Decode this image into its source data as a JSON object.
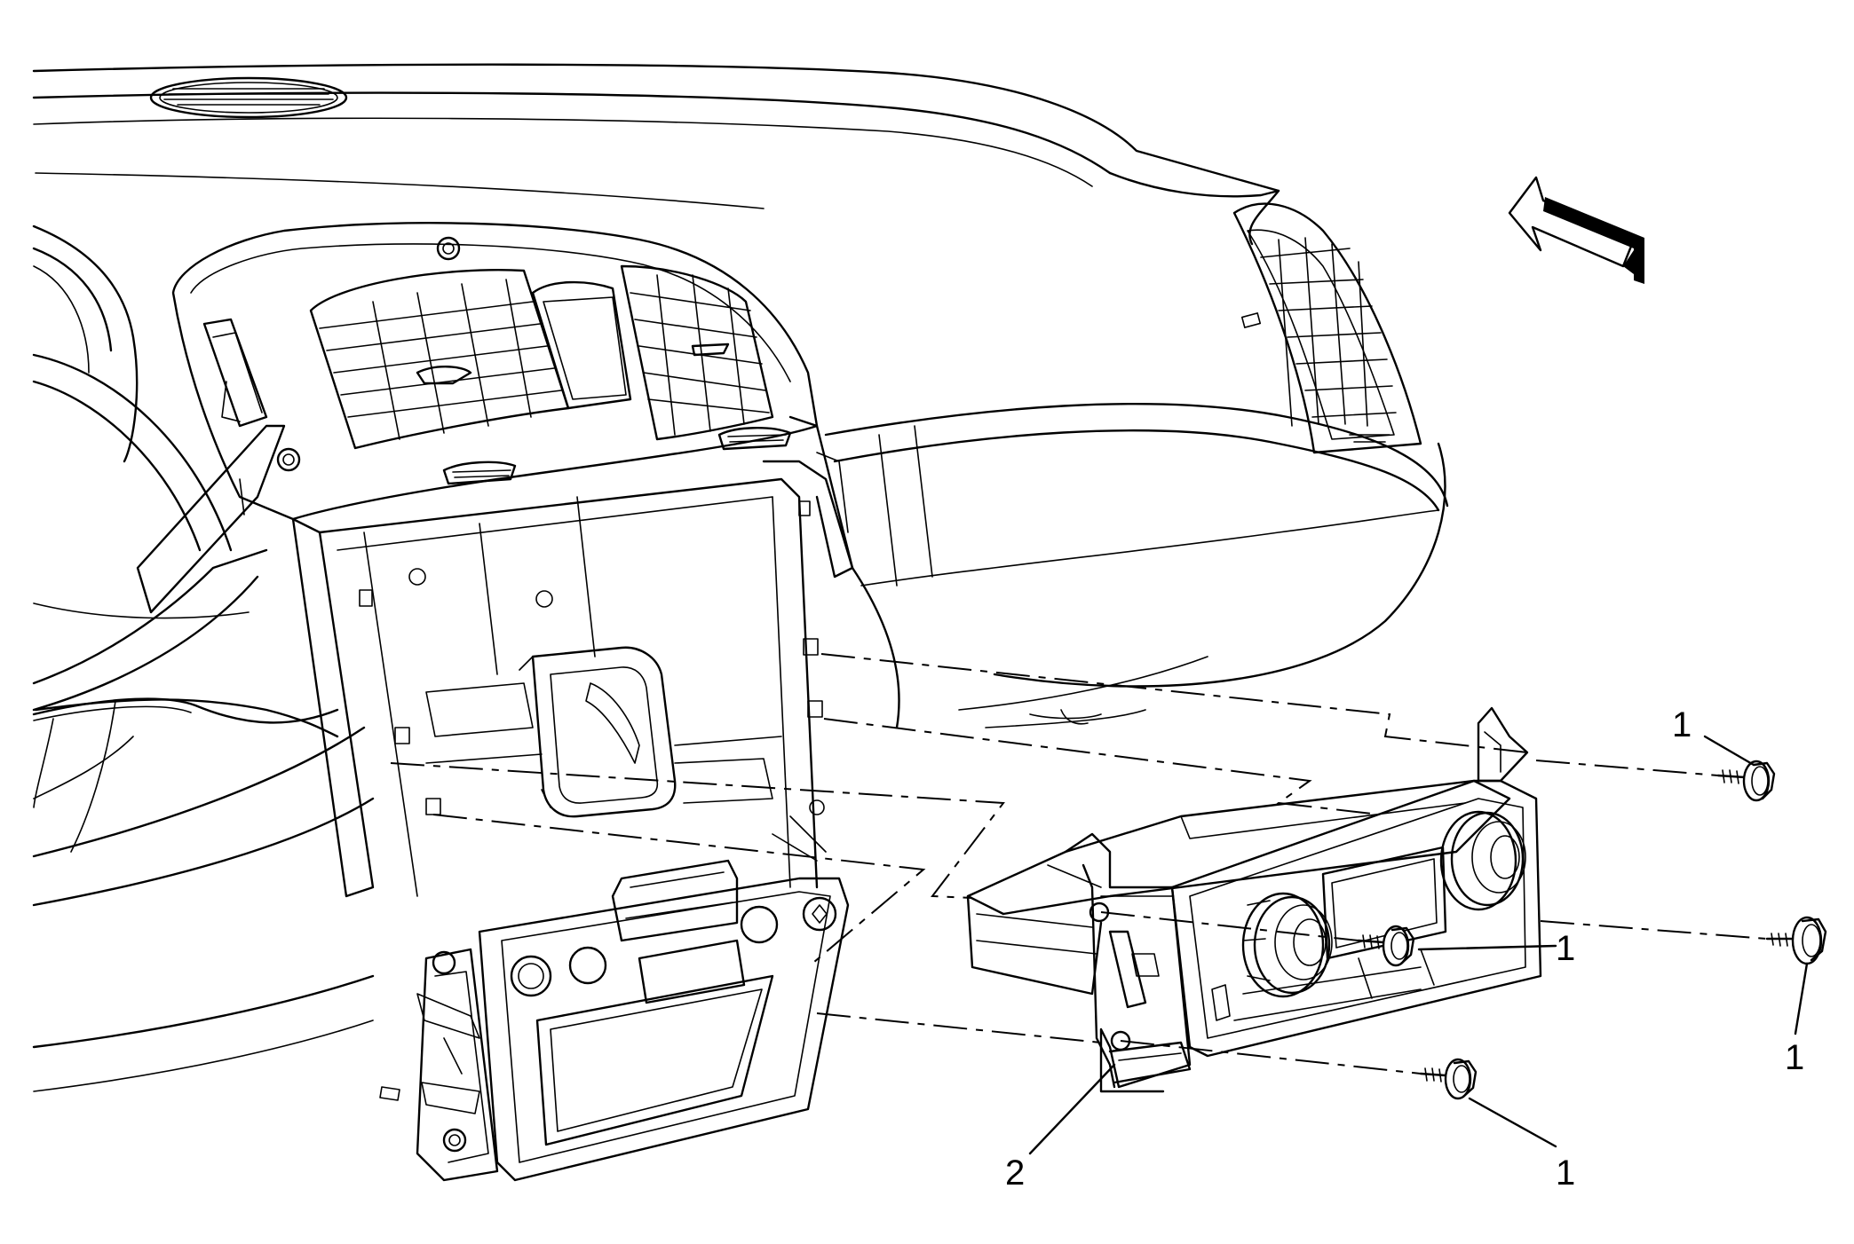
{
  "callouts": [
    {
      "id": "c1",
      "label": "1"
    },
    {
      "id": "c2",
      "label": "1"
    },
    {
      "id": "c3",
      "label": "1"
    },
    {
      "id": "c4",
      "label": "1"
    },
    {
      "id": "c5",
      "label": "2"
    }
  ],
  "parts": [
    {
      "label": "1",
      "name": "fastener"
    },
    {
      "label": "2",
      "name": "hvac-control-module"
    }
  ],
  "direction_arrow": "front-of-vehicle-arrow"
}
